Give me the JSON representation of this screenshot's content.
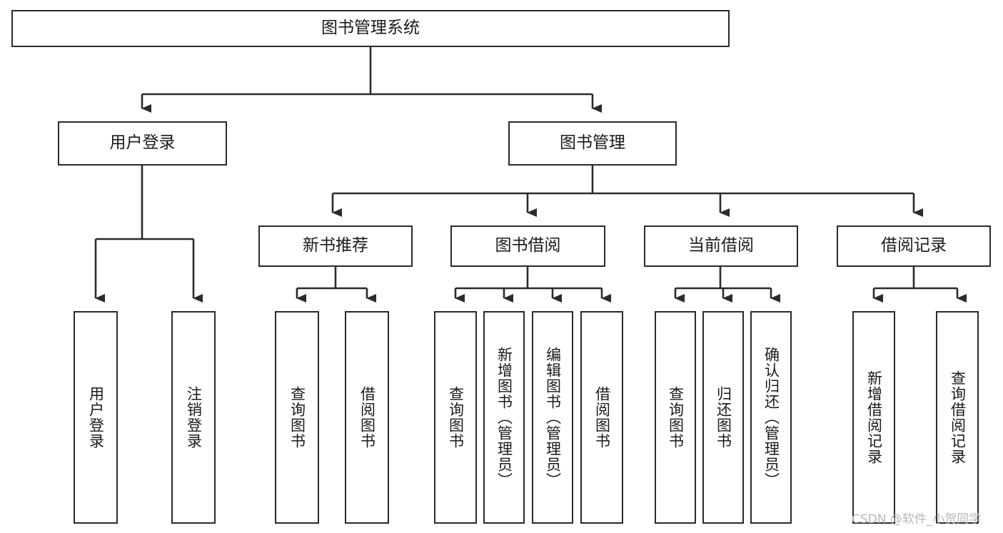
{
  "diagram": {
    "title": "图书管理系统",
    "type": "tree-hierarchy-diagram",
    "colors": {
      "box_border": "#2b2b2b",
      "box_fill": "#ffffff",
      "connector": "#2b2b2b",
      "text": "#1a1a1a",
      "background": "#ffffff",
      "watermark": "#b8b8b8"
    },
    "root": {
      "label": "图书管理系统"
    },
    "level2": [
      {
        "label": "用户登录"
      },
      {
        "label": "图书管理"
      }
    ],
    "level3": [
      {
        "label": "新书推荐"
      },
      {
        "label": "图书借阅"
      },
      {
        "label": "当前借阅"
      },
      {
        "label": "借阅记录"
      }
    ],
    "leaves": {
      "user_login": [
        {
          "label": "用户登录"
        },
        {
          "label": "注销登录"
        }
      ],
      "new_book_recommend": [
        {
          "label": "查询图书"
        },
        {
          "label": "借阅图书"
        }
      ],
      "book_borrow": [
        {
          "label": "查询图书"
        },
        {
          "label": "新增图书（管理员）"
        },
        {
          "label": "编辑图书（管理员）"
        },
        {
          "label": "借阅图书"
        }
      ],
      "current_borrow": [
        {
          "label": "查询图书"
        },
        {
          "label": "归还图书"
        },
        {
          "label": "确认归还（管理员）"
        }
      ],
      "borrow_record": [
        {
          "label": "新增借阅记录"
        },
        {
          "label": "查询借阅记录"
        }
      ]
    }
  },
  "watermark": {
    "text": "CSDN @软件_小贺同学"
  }
}
